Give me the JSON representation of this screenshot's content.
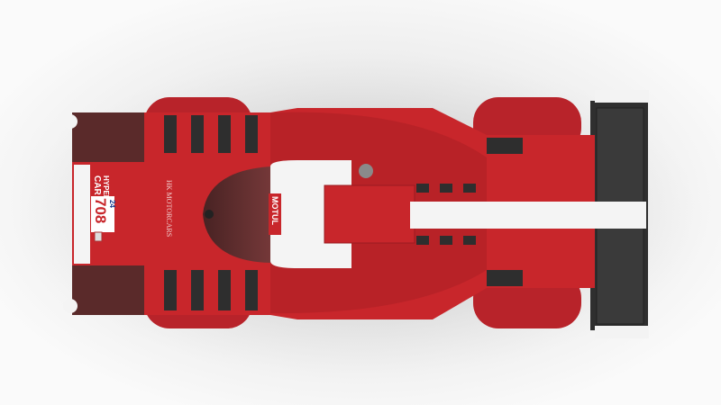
{
  "image": {
    "subject": "lego-race-car-top-view",
    "colors": {
      "body": "#c8262b",
      "body_dark": "#8e161a",
      "white": "#f4f4f4",
      "black": "#2e2e2e",
      "background": "#ececec"
    }
  },
  "livery": {
    "class_badge_line1": "HYPER",
    "class_badge_line2": "CAR",
    "race_number": "708",
    "team_name": "HK MOTORCARS",
    "sponsor": "MOTUL",
    "event_badge": "24"
  }
}
